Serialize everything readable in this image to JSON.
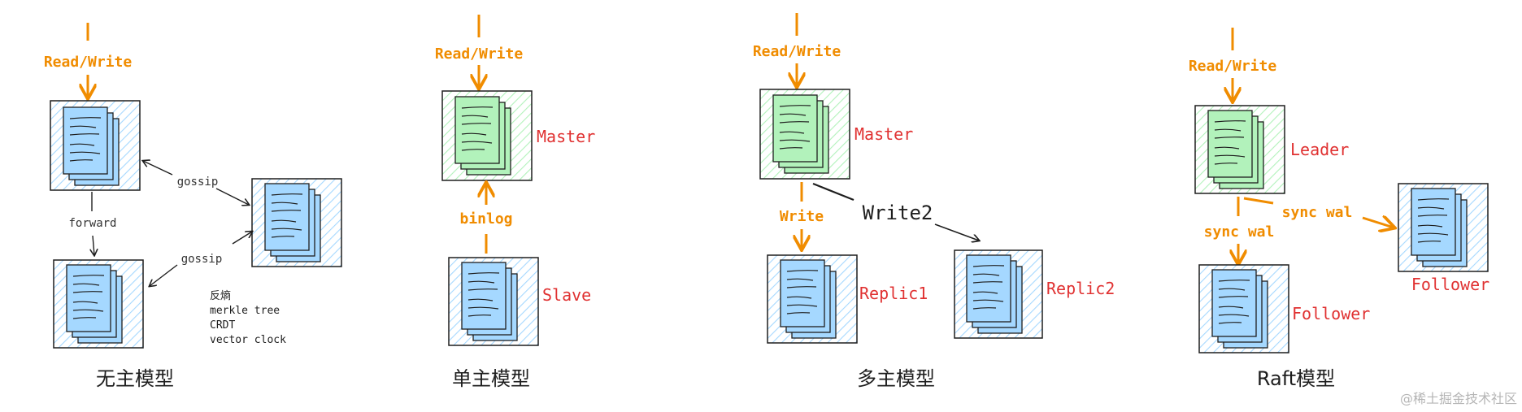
{
  "colors": {
    "orange": "#f08c00",
    "red": "#e03131",
    "dark": "#1e1e1e",
    "gray": "#333333",
    "node_blue_bg": "#a5d8ff",
    "node_green_bg": "#b2f2bb",
    "hatch_blue": "#a5d8ff",
    "hatch_green": "#b2f2bb",
    "watermark": "#b5b5b5"
  },
  "models": {
    "leaderless": {
      "caption": "无主模型",
      "read_write": "Read/Write",
      "gossip_top": "gossip",
      "gossip_bottom": "gossip",
      "forward": "forward",
      "notes": [
        "反熵",
        "merkle tree",
        "CRDT",
        "vector clock"
      ]
    },
    "single": {
      "caption": "单主模型",
      "read_write": "Read/Write",
      "master": "Master",
      "binlog": "binlog",
      "slave": "Slave"
    },
    "multi": {
      "caption": "多主模型",
      "read_write": "Read/Write",
      "master": "Master",
      "write": "Write",
      "write2": "Write2",
      "replic1": "Replic1",
      "replic2": "Replic2"
    },
    "raft": {
      "caption": "Raft模型",
      "read_write": "Read/Write",
      "leader": "Leader",
      "sync_wal_left": "sync wal",
      "sync_wal_right": "sync wal",
      "follower_bottom": "Follower",
      "follower_right": "Follower"
    }
  },
  "watermark": "@稀土掘金技术社区"
}
